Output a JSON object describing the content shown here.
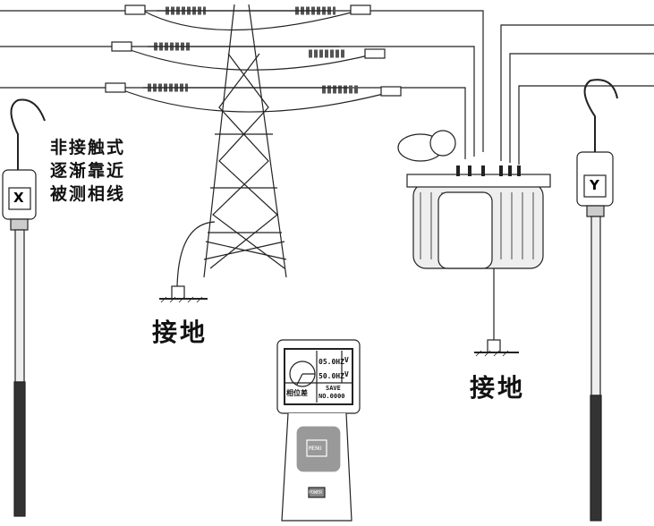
{
  "note_lines": [
    "非接触式",
    "逐渐靠近",
    "被测相线"
  ],
  "ground_label_left": "接地",
  "ground_label_right": "接地",
  "probe_x_label": "X",
  "probe_y_label": "Y",
  "device": {
    "freq_1": "05.0HZ",
    "freq_2": "50.0HZ",
    "side_1": "V",
    "side_2": "V",
    "bottom_left": "相位差",
    "save": "SAVE",
    "record": "NO.0000",
    "center_button": "MENU",
    "power_button": "POWER"
  }
}
